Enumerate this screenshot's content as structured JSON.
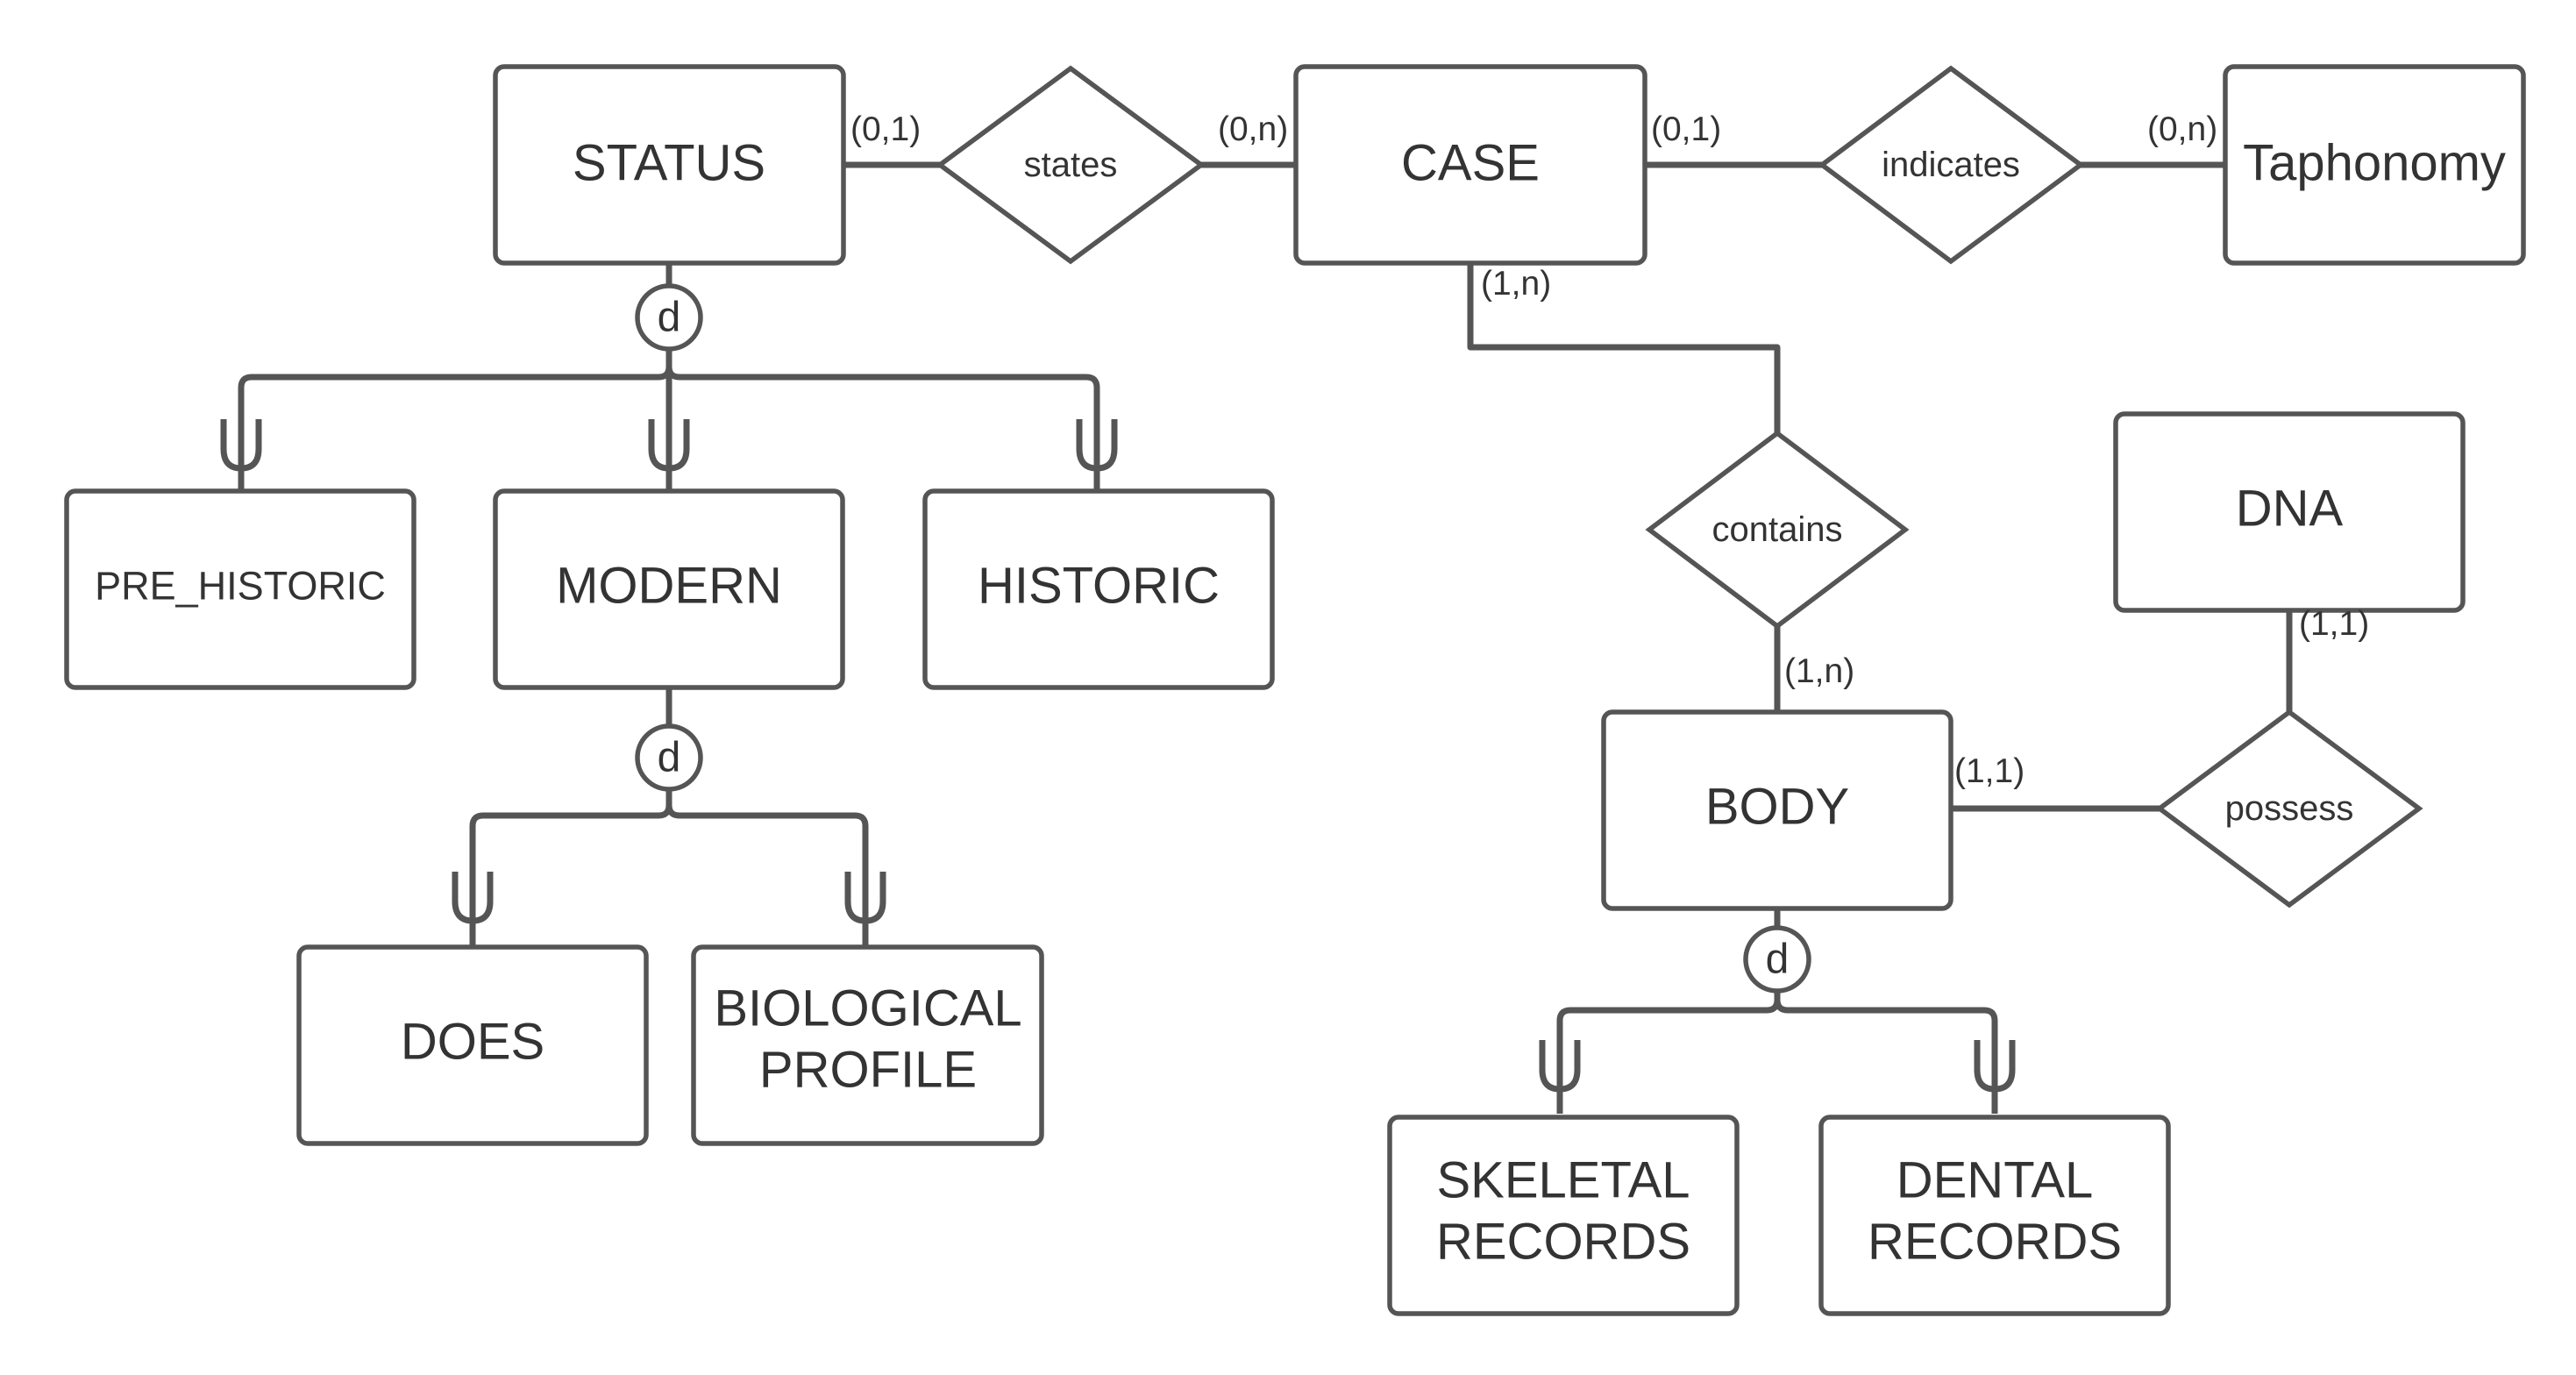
{
  "entities": {
    "status": "STATUS",
    "case": "CASE",
    "taphonomy": "Taphonomy",
    "pre_historic": "PRE_HISTORIC",
    "modern": "MODERN",
    "historic": "HISTORIC",
    "does": "DOES",
    "biological_profile": [
      "BIOLOGICAL",
      "PROFILE"
    ],
    "dna": "DNA",
    "body": "BODY",
    "skeletal_records": [
      "SKELETAL",
      "RECORDS"
    ],
    "dental_records": [
      "DENTAL",
      "RECORDS"
    ]
  },
  "relationships": {
    "states": "states",
    "indicates": "indicates",
    "contains": "contains",
    "possess": "possess"
  },
  "cardinalities": {
    "status_states": "(0,1)",
    "case_states": "(0,n)",
    "case_indicates": "(0,1)",
    "taphonomy_indicates": "(0,n)",
    "case_contains": "(1,n)",
    "body_contains": "(1,n)",
    "body_possess": "(1,1)",
    "dna_possess": "(1,1)"
  },
  "disjoint_marker": "d",
  "subset_symbol": "U"
}
